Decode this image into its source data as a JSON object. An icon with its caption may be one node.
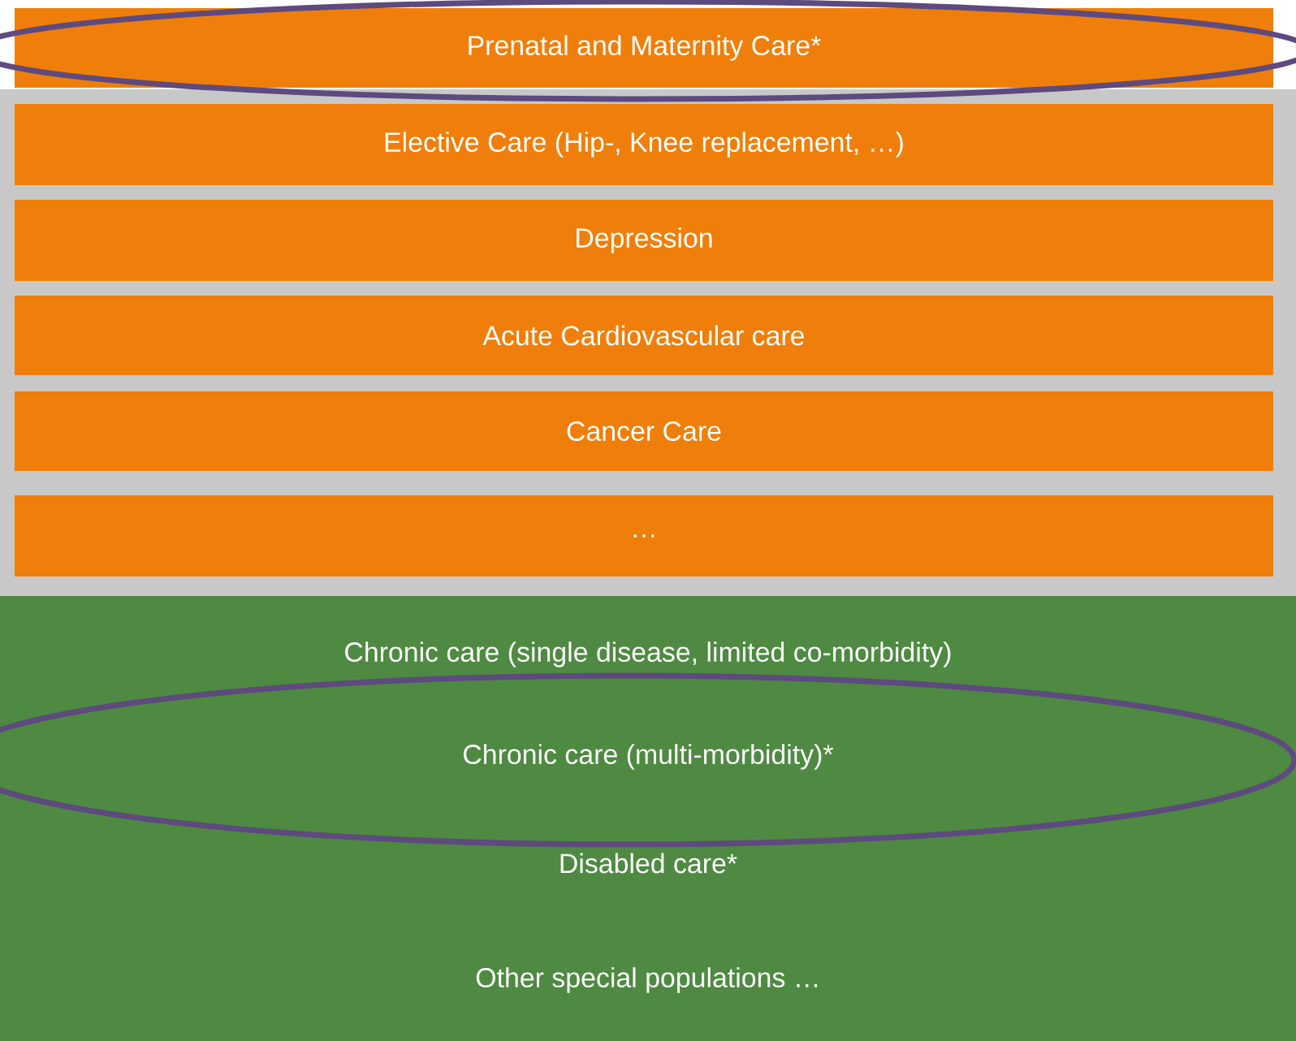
{
  "diagram": {
    "nodes": [
      {
        "text": [
          "Prenatal and Maternity Care*"
        ]
      },
      {
        "text": [
          "Elective Care (Hip-, Knee replacement, …)"
        ]
      },
      {
        "text": [
          "Depression"
        ]
      },
      {
        "text": [
          "Acute Cardiovascular care"
        ]
      },
      {
        "text": [
          "Cancer Care"
        ]
      },
      {
        "text": [
          "…"
        ]
      },
      {
        "text": [
          "Chronic care (single disease, limited co-morbidity)"
        ]
      },
      {
        "text": [
          "Chronic care (multi-morbidity)*"
        ]
      },
      {
        "text": [
          "Disabled care*"
        ]
      },
      {
        "text": [
          "Other special populations …"
        ]
      }
    ]
  }
}
